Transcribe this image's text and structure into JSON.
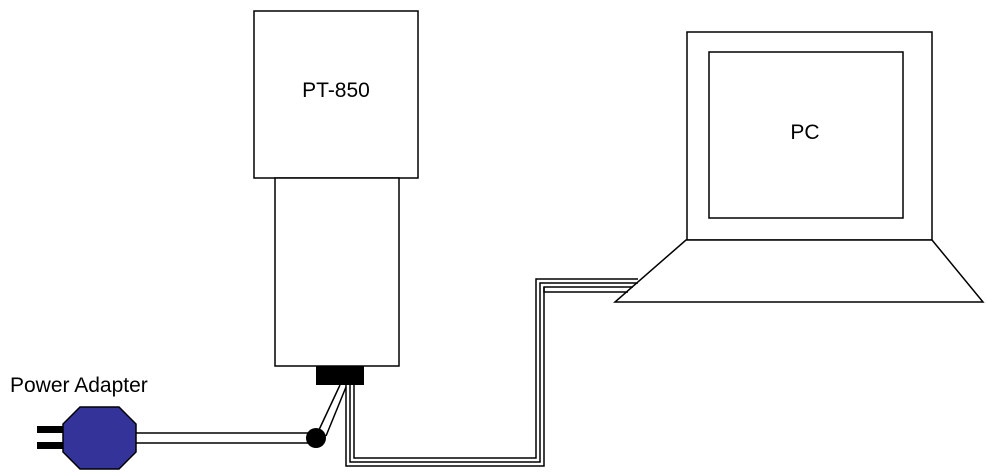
{
  "labels": {
    "device": "PT-850",
    "computer": "PC",
    "adapter": "Power Adapter"
  },
  "colors": {
    "line": "#000000",
    "background": "#ffffff",
    "adapter_fill": "#333399",
    "connector": "#000000"
  }
}
